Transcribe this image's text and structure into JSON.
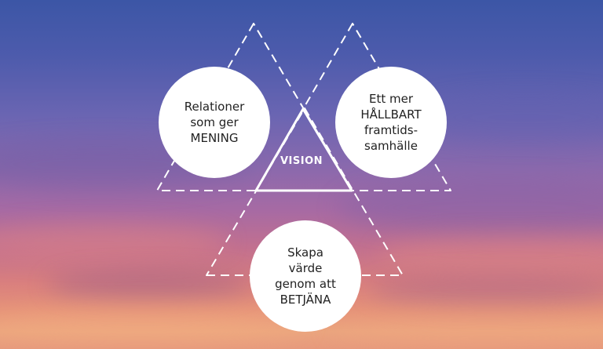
{
  "diagram": {
    "center_label": "VISION",
    "circles": [
      {
        "id": "relationer",
        "lines": [
          "Relationer",
          "som ger",
          "MENING"
        ]
      },
      {
        "id": "hallbart",
        "lines": [
          "Ett mer",
          "HÅLLBART",
          "framtids-",
          "samhälle"
        ]
      },
      {
        "id": "skapa",
        "lines": [
          "Skapa",
          "värde",
          "genom att",
          "BETJÄNA"
        ]
      }
    ]
  },
  "colors": {
    "circle_fill": "#ffffff",
    "line_color": "#ffffff",
    "text_color": "#222222",
    "sky_top": "#3c56a6",
    "sky_bottom": "#e79a7d"
  }
}
